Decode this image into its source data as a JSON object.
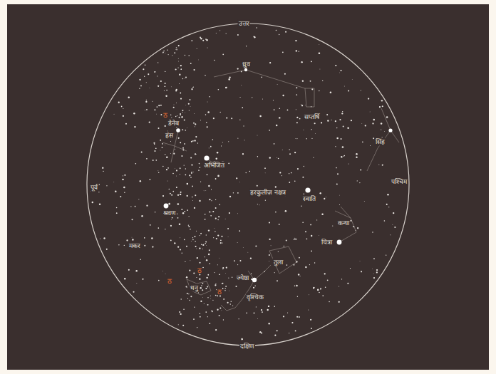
{
  "diagram": {
    "labels": [
      "उत्तर",
      "ध्रुव",
      "सप्तर्षि",
      "सिंह",
      "पश्चिम",
      "पूर्व",
      "डेनेब",
      "हंस",
      "अभिजित",
      "हरकुलीज़ नक्षत्र",
      "स्वाति",
      "श्रवण",
      "मकर",
      "कन्या",
      "चित्रा",
      "तुला",
      "धनु",
      "ज्येष्ठा",
      "वृश्चिक",
      "दक्षिण",
      "ठ",
      "ठ",
      "ठ",
      "ठ"
    ]
  }
}
